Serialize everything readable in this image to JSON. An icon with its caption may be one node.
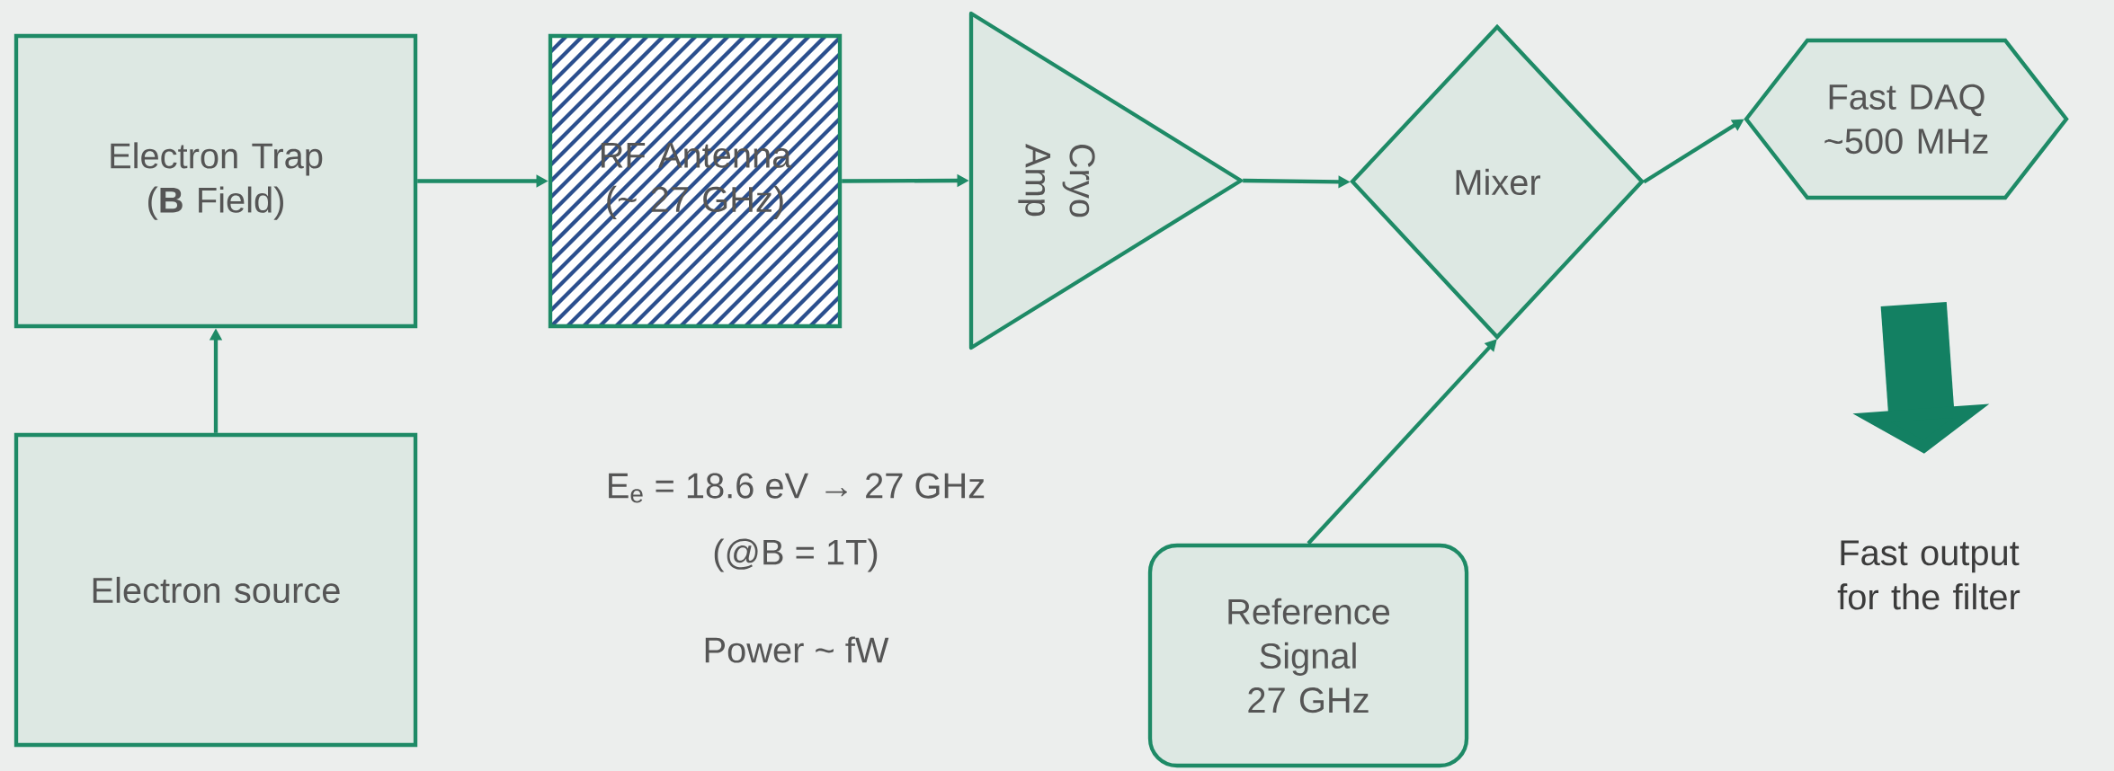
{
  "diagram": {
    "nodes": [
      {
        "text": [
          "Electron Trap (**B** Field)"
        ]
      },
      {
        "text": [
          "RF Antenna (~ 27 GHz)"
        ]
      },
      {
        "text": [
          "Cryo Amp"
        ]
      },
      {
        "text": [
          "Mixer"
        ]
      },
      {
        "text": [
          "Fast DAQ ~500 MHz"
        ]
      },
      {
        "text": [
          "Electron source"
        ]
      },
      {
        "text": [
          "Reference Signal 27 GHz"
        ]
      },
      {
        "text": [
          "Fast output for the filter"
        ]
      }
    ],
    "edges": [
      {
        "from": 0,
        "to": 1,
        "arrow": "to"
      },
      {
        "from": 1,
        "to": 2,
        "arrow": "to"
      },
      {
        "from": 2,
        "to": 3,
        "arrow": "to"
      },
      {
        "from": 3,
        "to": 4,
        "arrow": "to"
      },
      {
        "from": 5,
        "to": 0,
        "arrow": "to"
      },
      {
        "from": 6,
        "to": 3,
        "arrow": "to"
      },
      {
        "from": 4,
        "to": 7,
        "arrow": "to",
        "style": "thick",
        "color": "#138062"
      }
    ],
    "labels": [
      "E$_{e}$ = 18.6 eV → 27 GHz",
      "(@B = 1T)",
      "Power ~ fW"
    ]
  }
}
